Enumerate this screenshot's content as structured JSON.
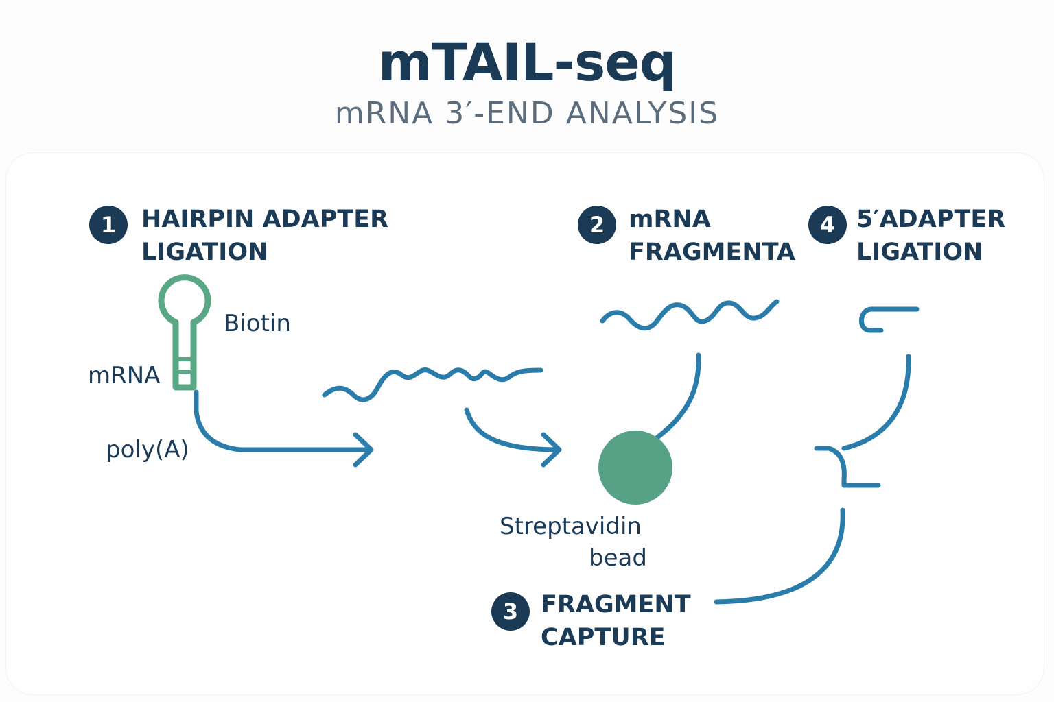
{
  "header": {
    "title": "mTAIL-seq",
    "subtitle": "mRNA 3′-END ANALYSIS"
  },
  "steps": [
    {
      "number": "1",
      "line1": "HAIRPIN ADAPTER",
      "line2": "LIGATION"
    },
    {
      "number": "2",
      "line1": "mRNA",
      "line2": "FRAGMENTA"
    },
    {
      "number": "3",
      "line1": "FRAGMENT",
      "line2": "CAPTURE"
    },
    {
      "number": "4",
      "line1": "5′ADAPTER",
      "line2": "LIGATION"
    }
  ],
  "labels": {
    "biotin": "Biotin",
    "mrna": "mRNA",
    "polya": "poly(A)",
    "bead_line1": "Streptavidin",
    "bead_line2": "bead"
  },
  "colors": {
    "navy": "#1b3a55",
    "strand_blue": "#2a7cab",
    "hairpin_green": "#5aa785",
    "bead_green": "#57a287",
    "subtitle_gray": "#5b6d7d"
  }
}
